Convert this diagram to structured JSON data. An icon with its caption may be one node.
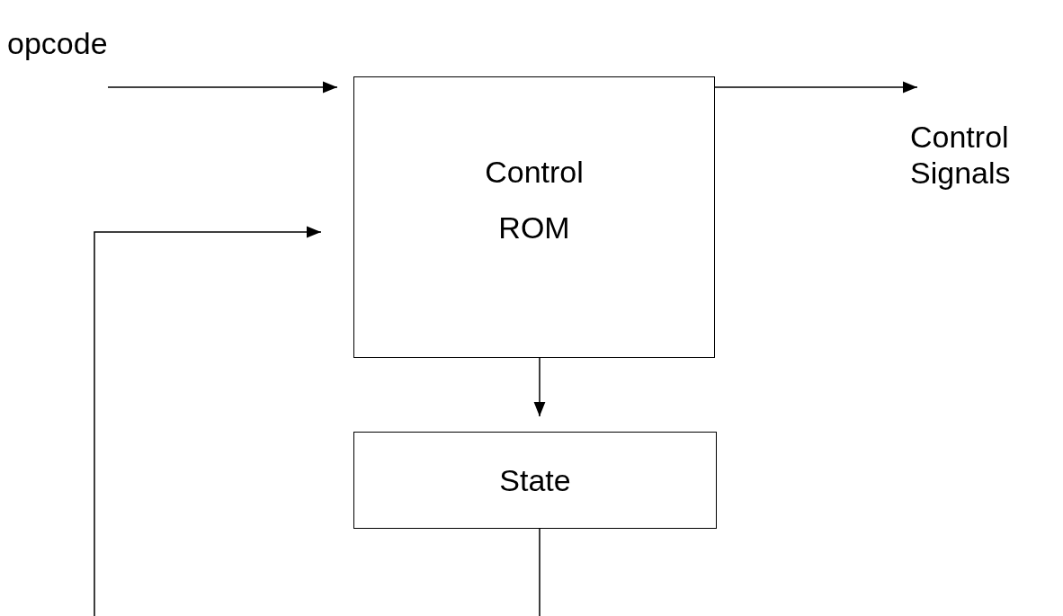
{
  "diagram": {
    "nodes": [
      {
        "text": [
          "opcode"
        ]
      },
      {
        "text": [
          "Control ROM"
        ]
      },
      {
        "text": [
          "State"
        ]
      },
      {
        "text": [
          "Control Signals"
        ]
      }
    ],
    "edges": [
      {
        "from": 0,
        "to": 1,
        "arrow": "to"
      },
      {
        "from": 1,
        "to": 3,
        "arrow": "to"
      },
      {
        "from": 1,
        "to": 2,
        "arrow": "to"
      },
      {
        "from": 2,
        "to": 1,
        "arrow": "to"
      }
    ]
  }
}
